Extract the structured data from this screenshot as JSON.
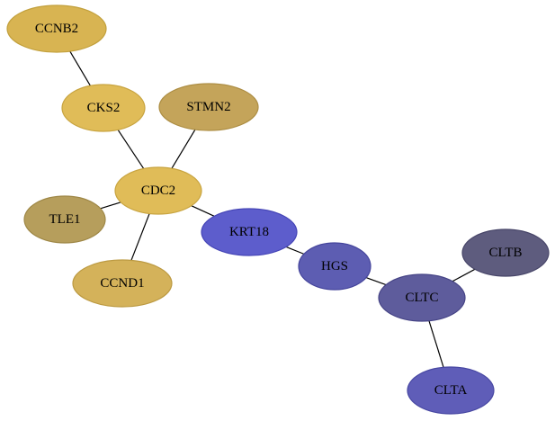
{
  "nodes": [
    {
      "id": "CCNB2",
      "label": "CCNB2",
      "fill": "#d8b452",
      "stroke": "#c2a03c"
    },
    {
      "id": "CKS2",
      "label": "CKS2",
      "fill": "#e0bc58",
      "stroke": "#c8a440"
    },
    {
      "id": "STMN2",
      "label": "STMN2",
      "fill": "#c4a45a",
      "stroke": "#ad8e44"
    },
    {
      "id": "CDC2",
      "label": "CDC2",
      "fill": "#e0bc58",
      "stroke": "#c8a440"
    },
    {
      "id": "TLE1",
      "label": "TLE1",
      "fill": "#b69e5c",
      "stroke": "#9e8746"
    },
    {
      "id": "CCND1",
      "label": "CCND1",
      "fill": "#d4b25a",
      "stroke": "#bc9a42"
    },
    {
      "id": "KRT18",
      "label": "KRT18",
      "fill": "#5d5dcc",
      "stroke": "#4545b6"
    },
    {
      "id": "HGS",
      "label": "HGS",
      "fill": "#5d5db2",
      "stroke": "#45459c"
    },
    {
      "id": "CLTC",
      "label": "CLTC",
      "fill": "#5e5c9c",
      "stroke": "#464486"
    },
    {
      "id": "CLTB",
      "label": "CLTB",
      "fill": "#5e5c7e",
      "stroke": "#474568"
    },
    {
      "id": "CLTA",
      "label": "CLTA",
      "fill": "#5f5db8",
      "stroke": "#4747a2"
    }
  ],
  "edges": [
    [
      "CCNB2",
      "CKS2"
    ],
    [
      "CKS2",
      "CDC2"
    ],
    [
      "STMN2",
      "CDC2"
    ],
    [
      "TLE1",
      "CDC2"
    ],
    [
      "CCND1",
      "CDC2"
    ],
    [
      "CDC2",
      "KRT18"
    ],
    [
      "KRT18",
      "HGS"
    ],
    [
      "HGS",
      "CLTC"
    ],
    [
      "CLTC",
      "CLTB"
    ],
    [
      "CLTC",
      "CLTA"
    ]
  ]
}
